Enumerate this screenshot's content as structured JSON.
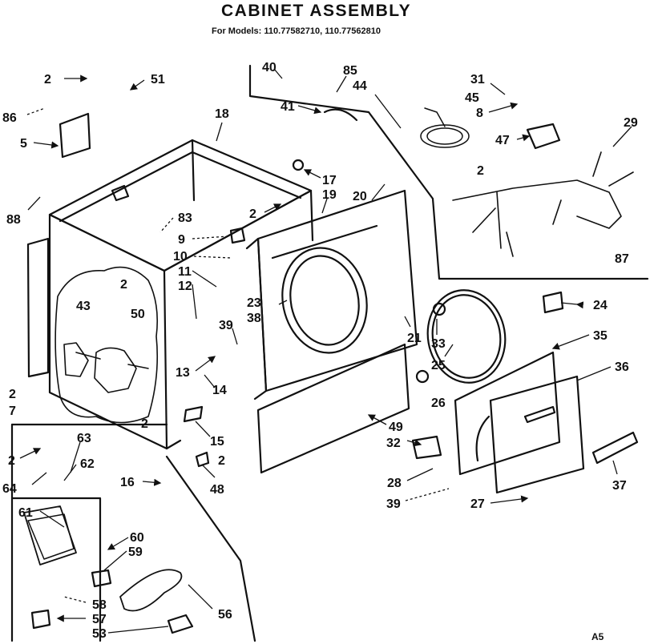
{
  "header": {
    "title": "CABINET ASSEMBLY",
    "models": "For Models: 110.77582710, 110.77562810"
  },
  "corner_code": "A5",
  "callouts": [
    "2",
    "51",
    "86",
    "5",
    "40",
    "85",
    "44",
    "41",
    "31",
    "45",
    "8",
    "29",
    "47",
    "18",
    "17",
    "19",
    "20",
    "88",
    "83",
    "9",
    "10",
    "11",
    "12",
    "43",
    "50",
    "23",
    "38",
    "39",
    "13",
    "14",
    "15",
    "7",
    "24",
    "33",
    "35",
    "21",
    "25",
    "26",
    "36",
    "49",
    "32",
    "28",
    "27",
    "37",
    "63",
    "62",
    "64",
    "61",
    "60",
    "59",
    "58",
    "57",
    "53",
    "56",
    "16",
    "48"
  ]
}
